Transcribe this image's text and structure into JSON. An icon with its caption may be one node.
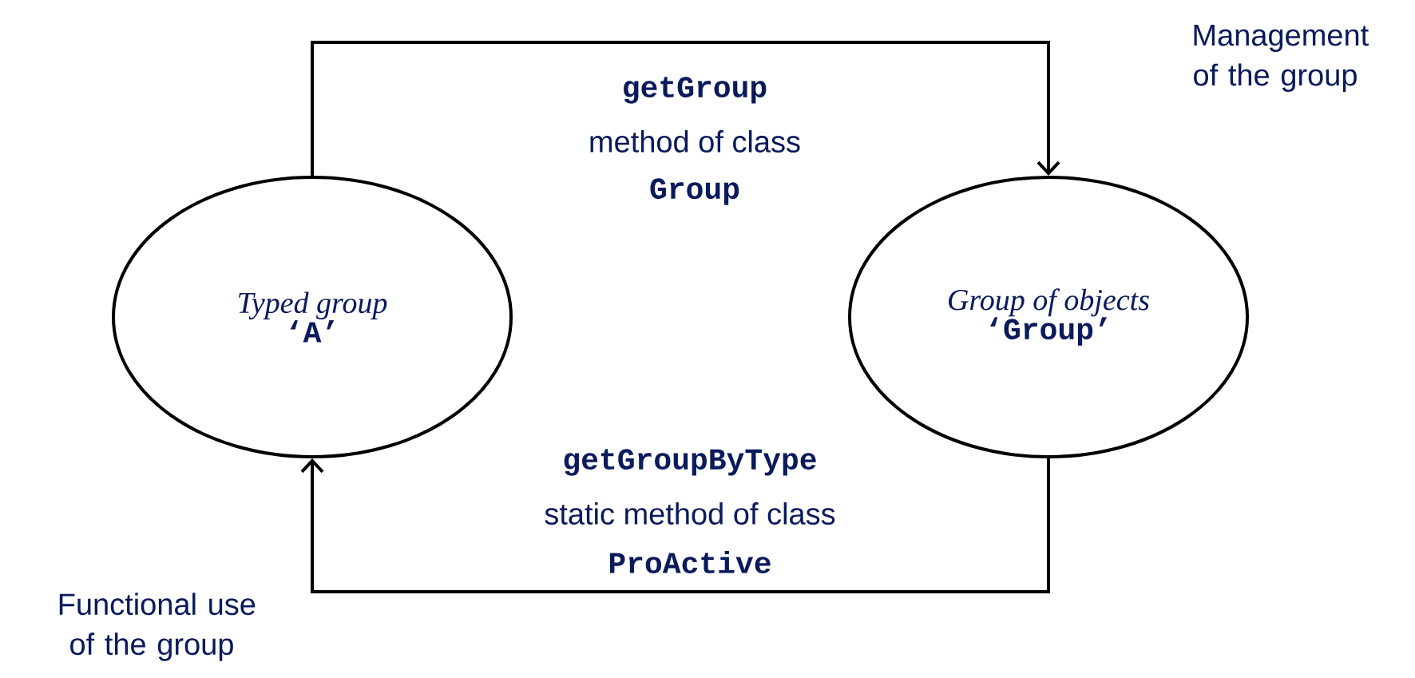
{
  "diagram": {
    "nodes": [
      {
        "text": [
          "Typed group",
          "‘A’"
        ]
      },
      {
        "text": [
          "Group of objects",
          "‘Group’"
        ]
      }
    ],
    "edges": [
      {
        "from": 0,
        "to": 1,
        "arrow": "to"
      },
      {
        "from": 1,
        "to": 0,
        "arrow": "to"
      }
    ],
    "labels": [
      "getGroup",
      "method of class",
      "Group",
      "getGroupByType",
      "static method of class",
      "ProActive",
      "Management of the group",
      "Functional use of the group"
    ]
  }
}
